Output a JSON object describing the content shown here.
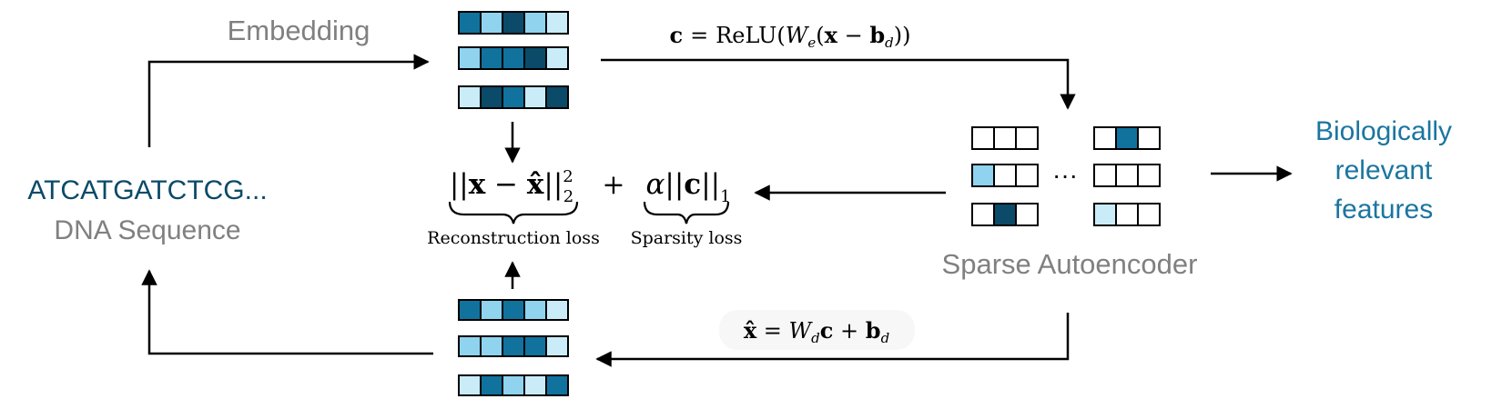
{
  "labels": {
    "embedding": "Embedding",
    "dna_sequence_text": "ATCATGATCTCG...",
    "dna_sequence_label": "DNA Sequence",
    "sparse_autoencoder": "Sparse Autoencoder",
    "output_line1": "Biologically",
    "output_line2": "relevant",
    "output_line3": "features",
    "reconstruction_loss": "Reconstruction loss",
    "sparsity_loss": "Sparsity loss",
    "ellipsis": "···"
  },
  "equations": {
    "encoder": {
      "lhs": "c",
      "eq": "=",
      "fn": "ReLU(",
      "w": "W",
      "w_sub": "e",
      "open": "(",
      "x": "x",
      "minus": " − ",
      "b": "b",
      "b_sub": "d",
      "close": "))"
    },
    "decoder": {
      "lhs": "x̂",
      "eq": " = ",
      "w": "W",
      "w_sub": "d",
      "c": "c",
      "plus": " + ",
      "b": "b",
      "b_sub": "d"
    },
    "recon": {
      "bars_open": "||",
      "x": "x",
      "minus": " − ",
      "xhat": "x̂",
      "bars_close": "||",
      "sup": "2",
      "sub": "2"
    },
    "plus": "+",
    "sparsity": {
      "alpha": "α",
      "bars_open": "||",
      "c": "c",
      "bars_close": "||",
      "sub": "1"
    }
  },
  "colors": {
    "dark_teal": "#0b4a68",
    "mid_blue": "#11729e",
    "light_blue": "#8fd3ef",
    "pale_blue": "#c9ecf8",
    "white": "#ffffff",
    "accent_text": "#1b75a0",
    "gray_text": "#808080",
    "arrow": "#000000"
  },
  "matrices": {
    "embedding": [
      [
        "mid_blue",
        "light_blue",
        "dark_teal",
        "light_blue",
        "pale_blue"
      ],
      [
        "light_blue",
        "mid_blue",
        "mid_blue",
        "dark_teal",
        "pale_blue"
      ],
      [
        "pale_blue",
        "dark_teal",
        "mid_blue",
        "pale_blue",
        "dark_teal"
      ]
    ],
    "reconstruction": [
      [
        "mid_blue",
        "light_blue",
        "mid_blue",
        "light_blue",
        "pale_blue"
      ],
      [
        "light_blue",
        "light_blue",
        "mid_blue",
        "mid_blue",
        "pale_blue"
      ],
      [
        "pale_blue",
        "mid_blue",
        "light_blue",
        "pale_blue",
        "mid_blue"
      ]
    ],
    "sae_left": [
      [
        "white",
        "white",
        "white"
      ],
      [
        "light_blue",
        "white",
        "white"
      ],
      [
        "white",
        "dark_teal",
        "white"
      ]
    ],
    "sae_right": [
      [
        "white",
        "mid_blue",
        "white"
      ],
      [
        "white",
        "white",
        "white"
      ],
      [
        "pale_blue",
        "white",
        "white"
      ]
    ]
  }
}
